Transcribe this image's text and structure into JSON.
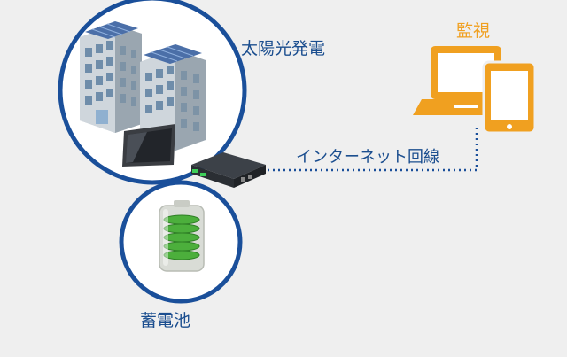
{
  "labels": {
    "solar": "太陽光発電",
    "battery": "蓄電池",
    "internet": "インターネット回線",
    "monitoring": "監視"
  },
  "colors": {
    "background": "#efefef",
    "circle": "#1a4f9a",
    "label_text": "#1b4e8f",
    "accent": "#f0a020",
    "connection_line": "#1a4f9a",
    "battery_cell": "#4caf3c"
  },
  "icons": {
    "buildings": "office-buildings-with-solar-panels-icon",
    "display": "display-monitor-icon",
    "gateway": "gateway-device-icon",
    "battery": "battery-icon",
    "laptop": "laptop-icon",
    "tablet": "tablet-icon"
  }
}
